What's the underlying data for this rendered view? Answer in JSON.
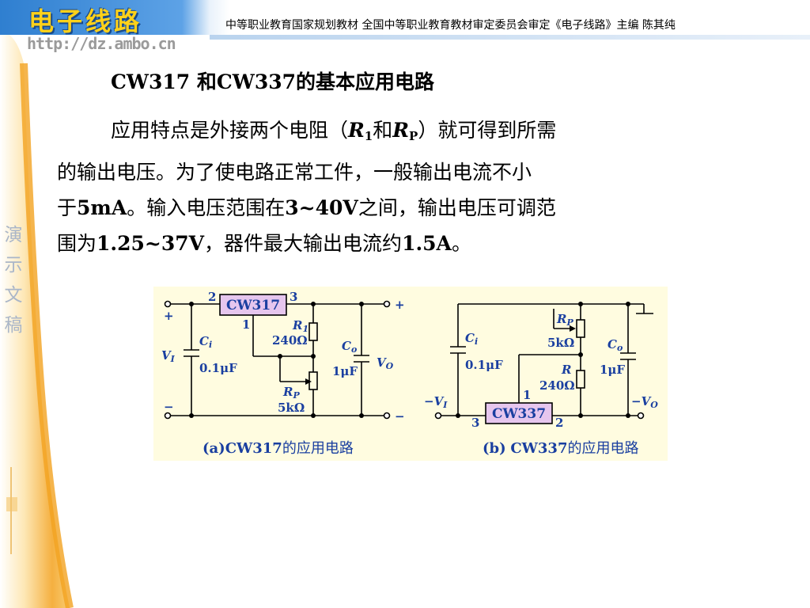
{
  "header": {
    "logo": "电子线路",
    "info": "中等职业教育国家规划教材  全国中等职业教育教材审定委员会审定《电子线路》主编  陈其纯",
    "url": "http://dz.ambo.cn"
  },
  "side_label": "演示文稿",
  "slide": {
    "title": "CW317 和CW337的基本应用电路",
    "paragraph": {
      "l1_a": "应用特点是外接两个电阻（",
      "r1_main": "R",
      "r1_sub": "1",
      "l1_b": "和",
      "rp_main": "R",
      "rp_sub": "P",
      "l1_c": "）就可得到所需",
      "l2": "的输出电压。为了使电路正常工件，一般输出电流不小",
      "l3_a": "于",
      "l3_b": "5mA",
      "l3_c": "。输入电压范围在",
      "l3_d": "3~40V",
      "l3_e": "之间，输出电压可调范",
      "l4_a": "围为",
      "l4_b": "1.25~37V",
      "l4_c": "，器件最大输出电流约",
      "l4_d": "1.5A",
      "l4_e": "。"
    }
  },
  "figure": {
    "a": {
      "chip": "CW317",
      "pin_in": "2",
      "pin_out": "3",
      "pin_adj": "1",
      "plus": "+",
      "minus": "−",
      "ci": "C",
      "ci_sub": "i",
      "ci_val": "0.1μF",
      "vi": "V",
      "vi_sub": "I",
      "r1": "R",
      "r1_sub": "1",
      "r1_val": "240Ω",
      "rp": "R",
      "rp_sub": "P",
      "rp_val": "5kΩ",
      "co": "C",
      "co_sub": "o",
      "co_val": "1μF",
      "vo": "V",
      "vo_sub": "O",
      "caption_a": "(a)",
      "caption_b": "CW317",
      "caption_c": "的应用电路"
    },
    "b": {
      "chip": "CW337",
      "pin_in": "3",
      "pin_out": "2",
      "pin_adj": "1",
      "ci": "C",
      "ci_sub": "i",
      "ci_val": "0.1μF",
      "vi": "−V",
      "vi_sub": "I",
      "rp": "R",
      "rp_sub": "P",
      "rp_val": "5kΩ",
      "r": "R",
      "r_val": "240Ω",
      "co": "C",
      "co_sub": "o",
      "co_val": "1μF",
      "vo": "−V",
      "vo_sub": "O",
      "caption_a": "(b)",
      "caption_b": "CW337",
      "caption_c": "的应用电路"
    }
  },
  "colors": {
    "header_blue": "#2f7fd0",
    "logo_yellow": "#ffd11a",
    "band_orange": "#f3a21e",
    "chip_fill": "#e6c6ee",
    "caption_blue": "#1a3fa0",
    "figure_bg": "#fffce0"
  }
}
